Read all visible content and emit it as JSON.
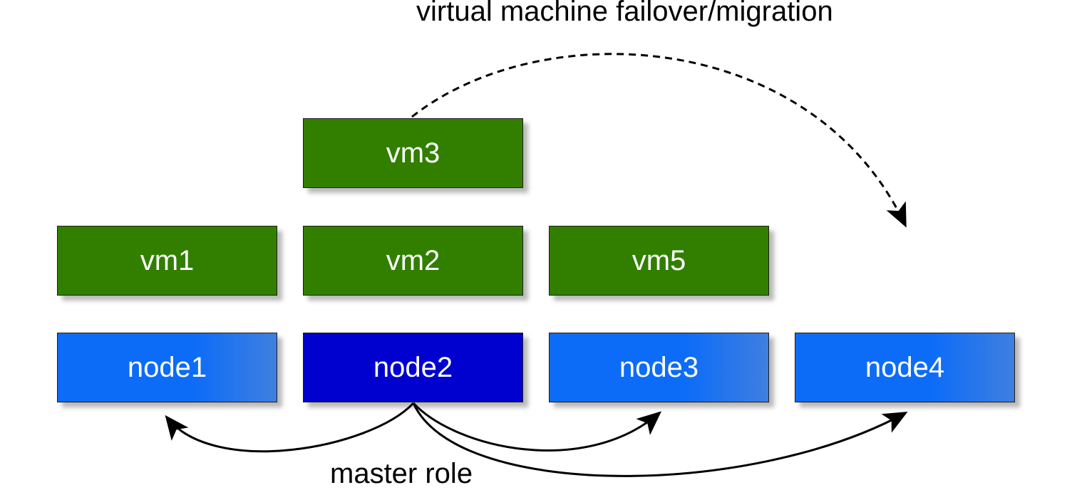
{
  "migration_label": "virtual machine failover/migration",
  "master_label": "master role",
  "vms": [
    {
      "id": "vm3",
      "label": "vm3",
      "host": "node2"
    },
    {
      "id": "vm1",
      "label": "vm1",
      "host": "node1"
    },
    {
      "id": "vm2",
      "label": "vm2",
      "host": "node2"
    },
    {
      "id": "vm5",
      "label": "vm5",
      "host": "node3"
    }
  ],
  "nodes": [
    {
      "id": "node1",
      "label": "node1",
      "master": false
    },
    {
      "id": "node2",
      "label": "node2",
      "master": true
    },
    {
      "id": "node3",
      "label": "node3",
      "master": false
    },
    {
      "id": "node4",
      "label": "node4",
      "master": false
    }
  ],
  "edges": [
    {
      "from": "vm3",
      "to": "node4",
      "style": "dashed",
      "meaning": "migration"
    },
    {
      "from": "node2",
      "to": "node1",
      "style": "solid",
      "meaning": "master role"
    },
    {
      "from": "node2",
      "to": "node3",
      "style": "solid",
      "meaning": "master role"
    },
    {
      "from": "node2",
      "to": "node4",
      "style": "solid",
      "meaning": "master role"
    }
  ],
  "colors": {
    "vm_fill": "#327f00",
    "node_fill": "#0c6cf8",
    "master_node_fill": "#0000cf",
    "box_text": "#ffffff",
    "edge": "#000000"
  }
}
